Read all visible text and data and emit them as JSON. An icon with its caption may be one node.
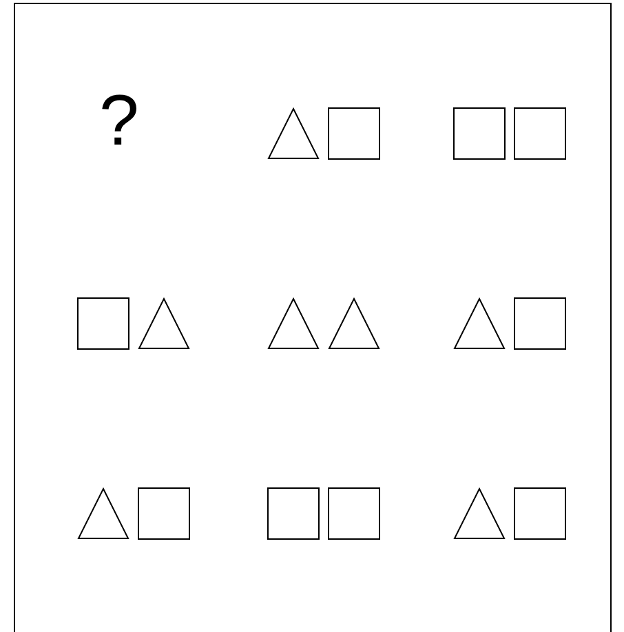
{
  "diagram": {
    "nodes": [
      {
        "text": [],
        "shape": "triangle"
      },
      {
        "text": [],
        "shape": "box"
      },
      {
        "text": [],
        "shape": "box"
      },
      {
        "text": [],
        "shape": "box"
      },
      {
        "text": [],
        "shape": "box"
      },
      {
        "text": [],
        "shape": "triangle"
      },
      {
        "text": [],
        "shape": "triangle"
      },
      {
        "text": [],
        "shape": "triangle"
      },
      {
        "text": [],
        "shape": "triangle"
      },
      {
        "text": [],
        "shape": "box"
      },
      {
        "text": [],
        "shape": "triangle"
      },
      {
        "text": [],
        "shape": "box"
      },
      {
        "text": [],
        "shape": "box"
      },
      {
        "text": [],
        "shape": "box"
      },
      {
        "text": [],
        "shape": "triangle"
      },
      {
        "text": [],
        "shape": "box"
      }
    ],
    "labels": [
      "?"
    ]
  }
}
